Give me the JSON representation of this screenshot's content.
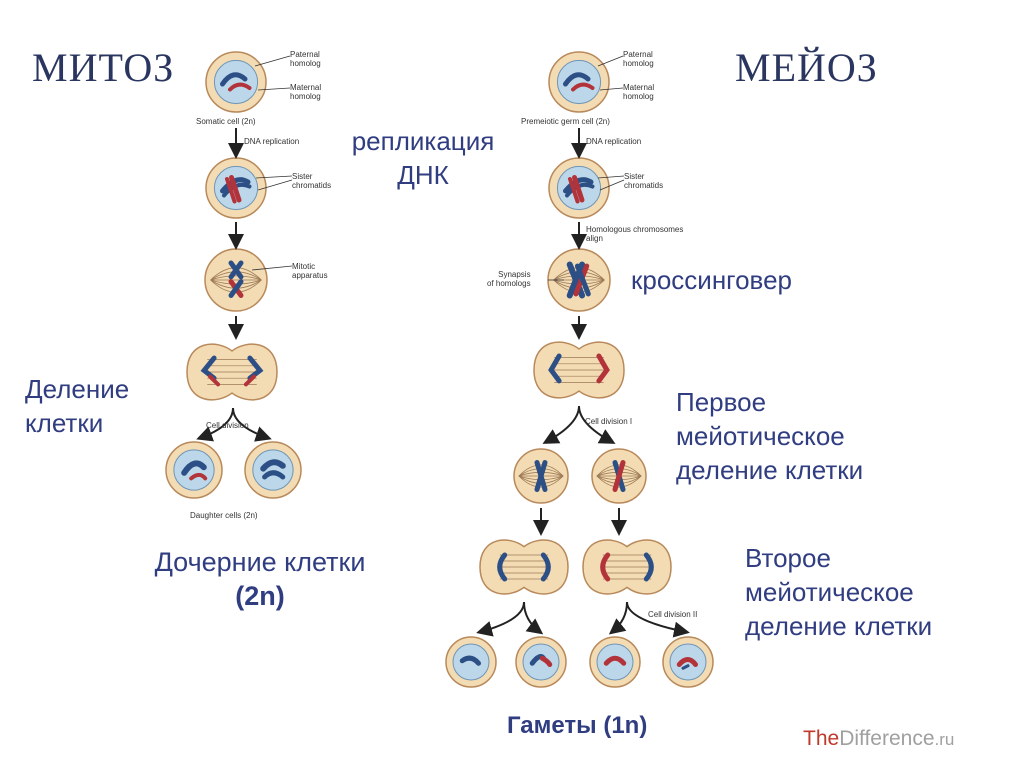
{
  "titles": {
    "mitosis": "МИТОЗ",
    "meiosis": "МЕЙОЗ"
  },
  "russian_labels": {
    "replication": [
      "репликация",
      "ДНК"
    ],
    "crossing_over": "кроссинговер",
    "cell_division": [
      "Деление",
      "клетки"
    ],
    "first_meiotic": [
      "Первое",
      "мейотическое",
      "деление клетки"
    ],
    "daughter_cells": [
      "Дочерние клетки",
      "(2n)"
    ],
    "second_meiotic": [
      "Второе",
      "мейотическое",
      "деление клетки"
    ],
    "gametes": "Гаметы  (1n)"
  },
  "english_labels": {
    "paternal_homolog": [
      "Paternal",
      "homolog"
    ],
    "maternal_homolog": [
      "Maternal",
      "homolog"
    ],
    "somatic_cell": "Somatic cell (2n)",
    "premeiotic_cell": "Premeiotic germ cell (2n)",
    "dna_replication": "DNA replication",
    "sister_chromatids": [
      "Sister",
      "chromatids"
    ],
    "homologous_align": [
      "Homologous chromosomes",
      "align"
    ],
    "mitotic_apparatus": [
      "Mitotic",
      "apparatus"
    ],
    "synapsis": [
      "Synapsis",
      "of homologs"
    ],
    "cell_division": "Cell division",
    "cell_division_1": "Cell division I",
    "cell_division_2": "Cell division II",
    "daughter_cells_2n": "Daughter cells (2n)"
  },
  "watermark": {
    "the": "The",
    "difference": "Difference",
    "ru": ".ru"
  },
  "colors": {
    "cell_fill": "#f3dcb4",
    "cell_stroke": "#b8895a",
    "nucleus_fill": "#bcd7ea",
    "paternal": "#2c4f86",
    "maternal": "#b3333a",
    "text_blue": "#303d80"
  }
}
